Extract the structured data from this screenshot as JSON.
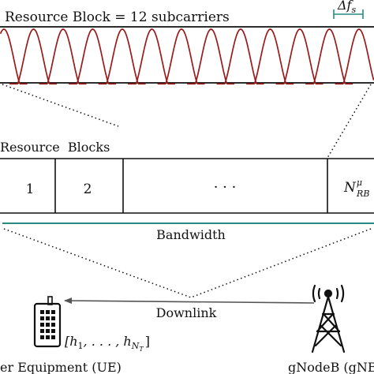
{
  "resource_block_label": "Resource Block = 12 subcarriers",
  "delta_f": {
    "symbol": "Δf",
    "subscript": "s"
  },
  "resource_blocks_label": "Resource  Blocks",
  "blocks": [
    "1",
    "2",
    "· · ·"
  ],
  "last_block": {
    "base": "N",
    "sup": "μ",
    "sub": "RB"
  },
  "bandwidth_label": "Bandwidth",
  "downlink_label": "Downlink",
  "channel_vector": {
    "open": "[h",
    "first_sub": "1",
    "middle": ", . . . , h",
    "last_sub": "N",
    "last_sub_sub": "T",
    "close": "]"
  },
  "ue_label": "er Equipment (UE)",
  "gnb_label": "gNodeB (gNB",
  "colors": {
    "wave": "#9b1b1b",
    "bandwidth_line": "#2a8a82",
    "arrow": "#555555",
    "ink": "#111111"
  },
  "icons": [
    "phone-icon",
    "tower-icon"
  ]
}
